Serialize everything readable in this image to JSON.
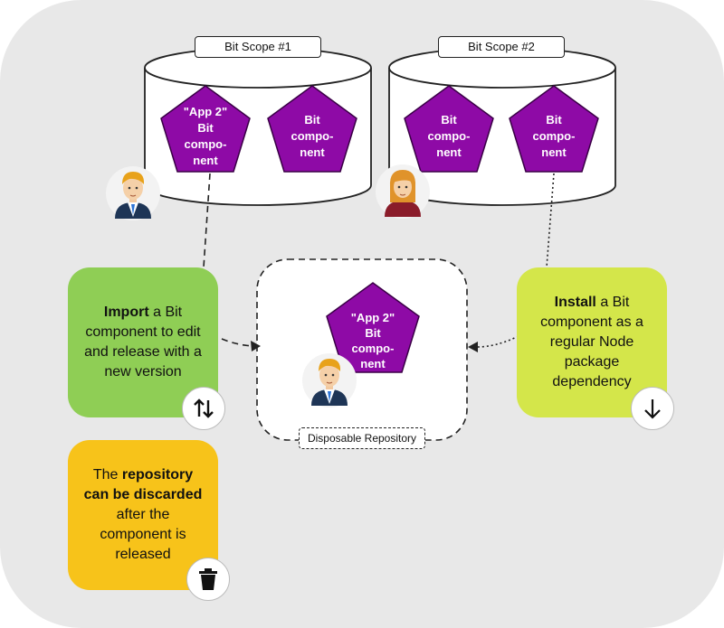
{
  "scopes": [
    {
      "label": "Bit Scope #1"
    },
    {
      "label": "Bit Scope #2"
    }
  ],
  "components": {
    "app2_lines": [
      "\"App 2\"",
      "Bit",
      "compo-",
      "nent"
    ],
    "bit_lines": [
      "Bit",
      "compo-",
      "nent"
    ]
  },
  "disposable_repo": {
    "label": "Disposable Repository",
    "component_lines": [
      "\"App 2\"",
      "Bit",
      "compo-",
      "nent"
    ]
  },
  "cards": {
    "import": {
      "bold": "Import",
      "text_after": " a Bit component to edit and release with a new version",
      "color": "#8fce55",
      "icon": "up-down-arrows-icon"
    },
    "install": {
      "bold": "Install",
      "text_after": " a Bit component as a regular Node package dependency",
      "color": "#d4e64a",
      "icon": "down-arrow-icon"
    },
    "discard": {
      "before": "The ",
      "bold": "repository can be discarded",
      "after": " after the component is released",
      "color": "#f7c31a",
      "icon": "trash-icon"
    }
  },
  "colors": {
    "background": "#e8e8e8",
    "pentagon": "#8e0aa6",
    "pentagon_stroke": "#3a0046"
  }
}
